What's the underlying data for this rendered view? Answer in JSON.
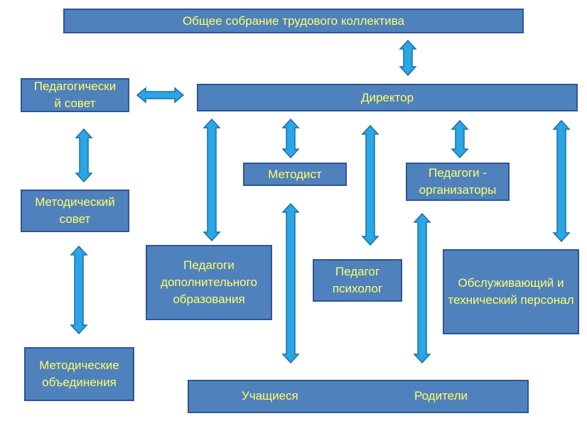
{
  "boxes": {
    "general_meeting": "Общее собрание трудового коллектива",
    "director": "Директор",
    "ped_council": "Педагогический совет",
    "method_council": "Методический совет",
    "method_assoc": "Методические объединения",
    "methodist": "Методист",
    "organizers": "Педагоги - организаторы",
    "add_edu": "Педагоги дополнительного образования",
    "psychologist": "Педагог психолог",
    "service_staff": "Обслуживающий и технический персонал",
    "students": "Учащиеся",
    "parents": "Родители"
  },
  "colors": {
    "box_fill": "#4f81bd",
    "box_border": "#2f5597",
    "text": "#ffff66",
    "arrow": "#29a6e3"
  }
}
